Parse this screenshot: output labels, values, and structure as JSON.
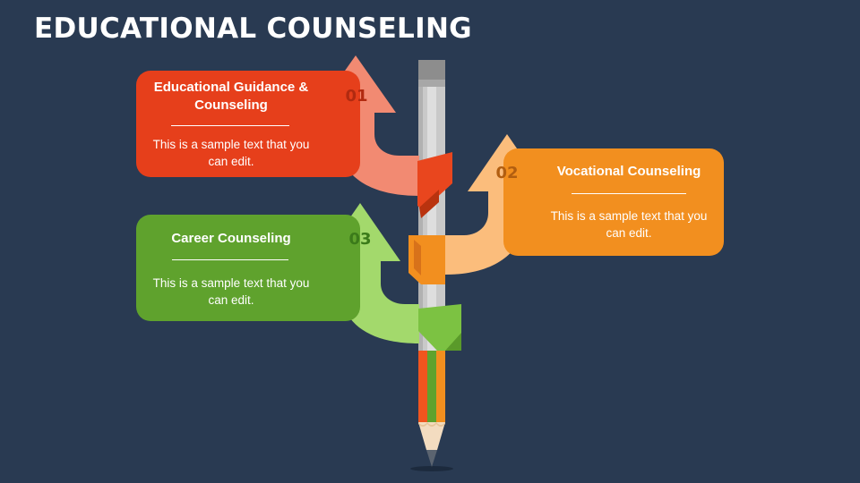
{
  "title": "EDUCATIONAL COUNSELING",
  "items": [
    {
      "number": "01",
      "heading": "Educational Guidance & Counseling",
      "text": "This is a sample text that you can edit.",
      "color": "#e63f1b",
      "arrow_color": "#f28a72"
    },
    {
      "number": "02",
      "heading": "Vocational Counseling",
      "text": "This is a sample text that you can edit.",
      "color": "#f28f1f",
      "arrow_color": "#fbbd7c"
    },
    {
      "number": "03",
      "heading": "Career Counseling",
      "text": "This is a sample text that you can edit.",
      "color": "#5fa22d",
      "arrow_color": "#a3d96c"
    }
  ],
  "colors": {
    "background": "#293a52",
    "pencil_body": "#c9c9c9",
    "pencil_cap": "#8d8d8d",
    "pencil_tip_wood": "#f3dcc0",
    "pencil_graphite": "#5b6470"
  },
  "pencil_icon": "pencil-icon"
}
